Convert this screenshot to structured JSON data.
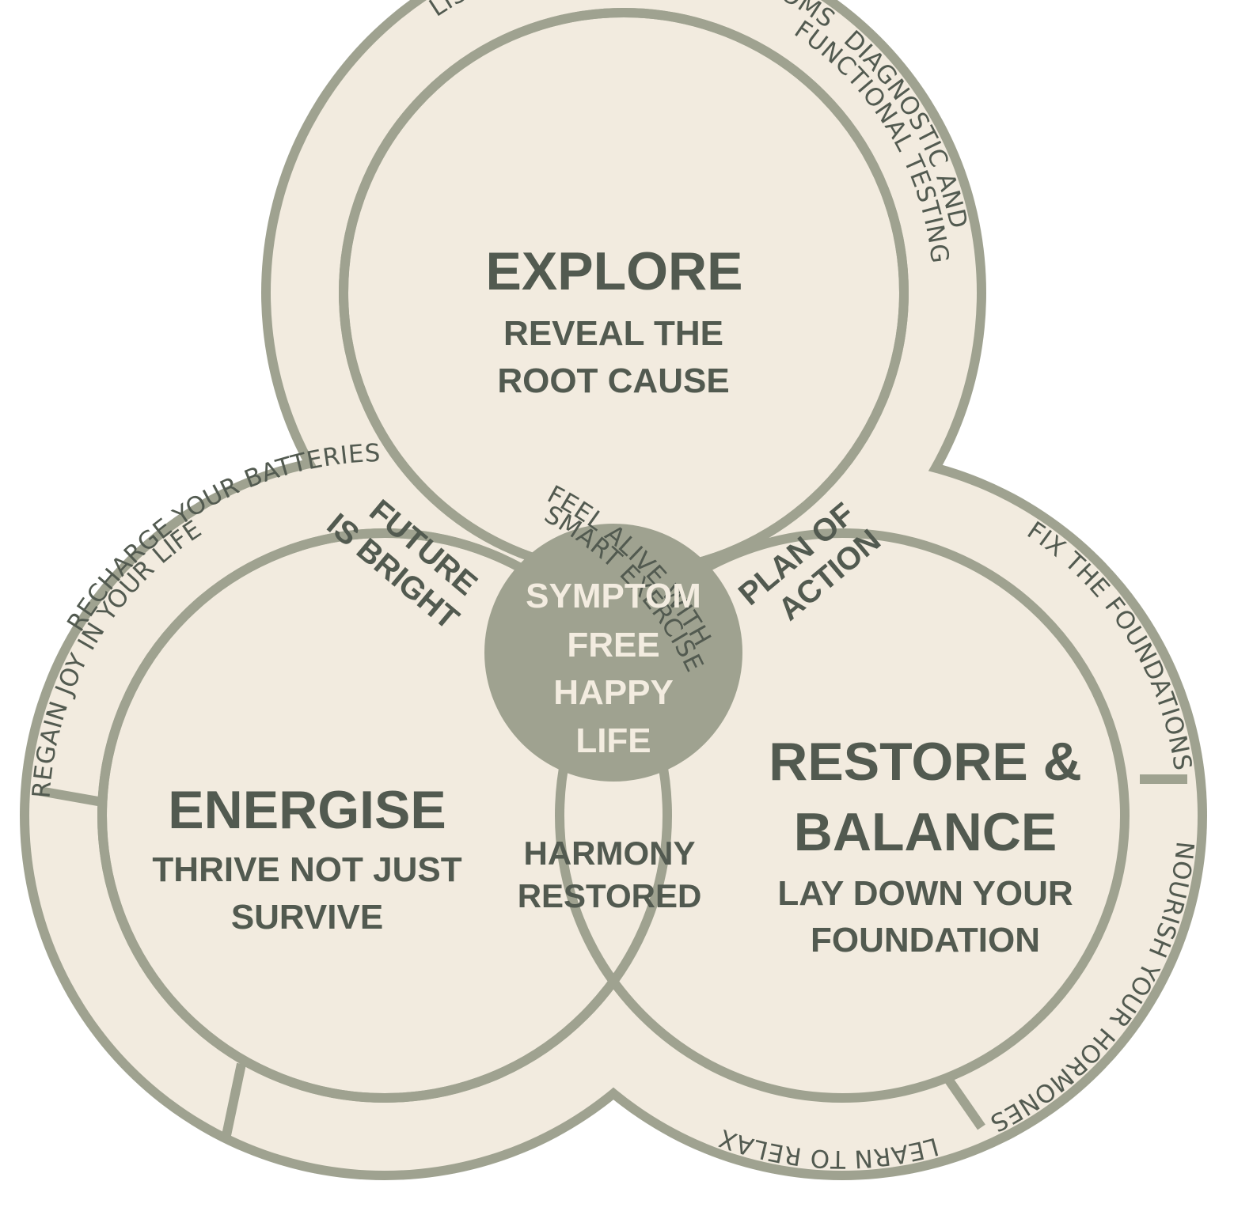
{
  "colors": {
    "frame": "#9fa290",
    "fill": "#f2ebdf",
    "text": "#525a50",
    "center_fill": "#9fa290",
    "center_text": "#f3ece0"
  },
  "circles": {
    "explore": {
      "title": "EXPLORE",
      "subtitle_lines": [
        "REVEAL THE",
        "ROOT CAUSE"
      ],
      "ring_labels": [
        "LISTEN TO YOUR SYMPTOMS",
        "ANALYSE YOUR SYMPTOMS",
        "DIAGNOSTIC AND",
        "FUNCTIONAL TESTING"
      ]
    },
    "energise": {
      "title": "ENERGISE",
      "subtitle_lines": [
        "THRIVE NOT JUST",
        "SURVIVE"
      ],
      "ring_labels": [
        "REGAIN JOY IN YOUR LIFE",
        "FEEL ALIVE WITH",
        "SMART EXERCISE",
        "RECHARGE YOUR BATTERIES"
      ]
    },
    "restore": {
      "title_lines": [
        "RESTORE &",
        "BALANCE"
      ],
      "subtitle_lines": [
        "LAY DOWN YOUR",
        "FOUNDATION"
      ],
      "ring_labels": [
        "FIX THE FOUNDATIONS",
        "NOURISH YOUR HORMONES",
        "LEARN TO RELAX"
      ]
    }
  },
  "overlaps": {
    "explore_energise": [
      "FUTURE",
      "IS BRIGHT"
    ],
    "explore_restore": [
      "PLAN OF",
      "ACTION"
    ],
    "energise_restore": [
      "HARMONY",
      "RESTORED"
    ]
  },
  "center": {
    "lines": [
      "SYMPTOM",
      "FREE",
      "HAPPY",
      "LIFE"
    ]
  }
}
